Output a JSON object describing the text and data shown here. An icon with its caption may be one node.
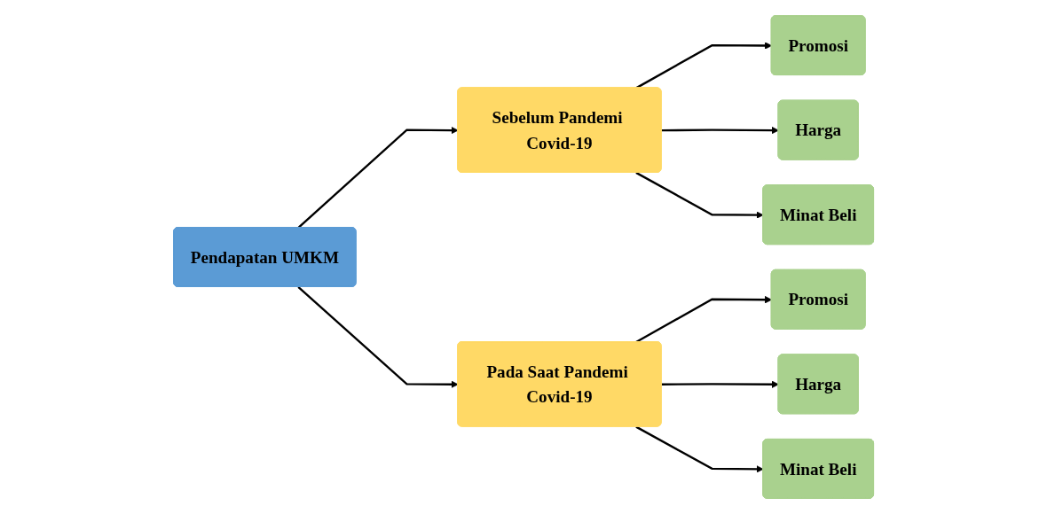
{
  "diagram": {
    "nodes": [
      {
        "text": [
          "Pendapatan UMKM"
        ]
      },
      {
        "text": [
          "Sebelum Pandemi Covid-19"
        ]
      },
      {
        "text": [
          "Pada Saat Pandemi Covid-19"
        ]
      },
      {
        "text": [
          "Promosi"
        ]
      },
      {
        "text": [
          "Harga"
        ]
      },
      {
        "text": [
          "Minat Beli"
        ]
      },
      {
        "text": [
          "Promosi"
        ]
      },
      {
        "text": [
          "Harga"
        ]
      },
      {
        "text": [
          "Minat Beli"
        ]
      }
    ],
    "edges": [
      {
        "from": 0,
        "to": 1,
        "arrow": "to"
      },
      {
        "from": 0,
        "to": 2,
        "arrow": "to"
      },
      {
        "from": 1,
        "to": 3,
        "arrow": "to"
      },
      {
        "from": 1,
        "to": 4,
        "arrow": "to"
      },
      {
        "from": 1,
        "to": 5,
        "arrow": "to"
      },
      {
        "from": 2,
        "to": 6,
        "arrow": "to"
      },
      {
        "from": 2,
        "to": 7,
        "arrow": "to"
      },
      {
        "from": 2,
        "to": 8,
        "arrow": "to"
      }
    ]
  }
}
